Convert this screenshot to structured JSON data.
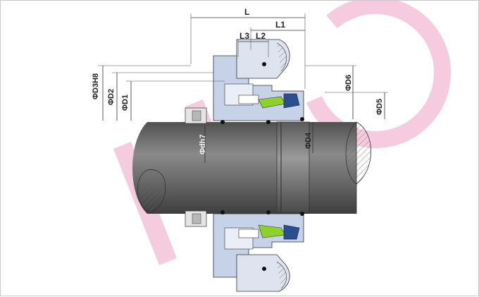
{
  "dimensions": {
    "L": "L",
    "L1": "L1",
    "L2": "L2",
    "L3": "L3",
    "D3": "ΦD3H8",
    "D2": "ΦD2",
    "D1": "ΦD1",
    "d": "Φdh7",
    "D4": "ΦD4",
    "D5": "ΦD5",
    "D6": "ΦD6"
  },
  "colors": {
    "watermark": "#f2b8d2",
    "shaft": "#6b6b6b",
    "housing": "#c6d2e8",
    "seal_face": "#2b4f8c",
    "spring_green": "#8dd12a",
    "lines": "#333333"
  }
}
